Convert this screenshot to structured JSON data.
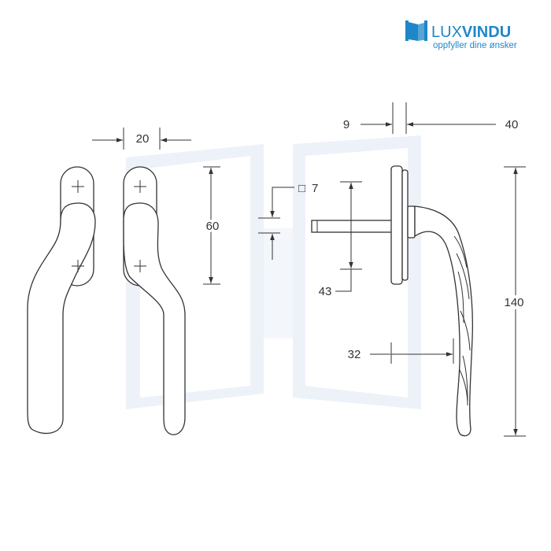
{
  "logo": {
    "brand_light": "LUX",
    "brand_bold": "VINDU",
    "tagline": "oppfyller dine ønsker",
    "brand_color": "#1f86c8"
  },
  "watermark": {
    "color": "#e8eef6"
  },
  "dimensions": {
    "width_top": "20",
    "height_holes": "60",
    "spindle_square_symbol": "□",
    "spindle_square_value": "7",
    "spindle_length": "43",
    "rose_thickness": "9",
    "handle_depth": "40",
    "handle_length": "140",
    "grip_offset": "32"
  },
  "colors": {
    "line": "#333333",
    "background": "#ffffff"
  }
}
